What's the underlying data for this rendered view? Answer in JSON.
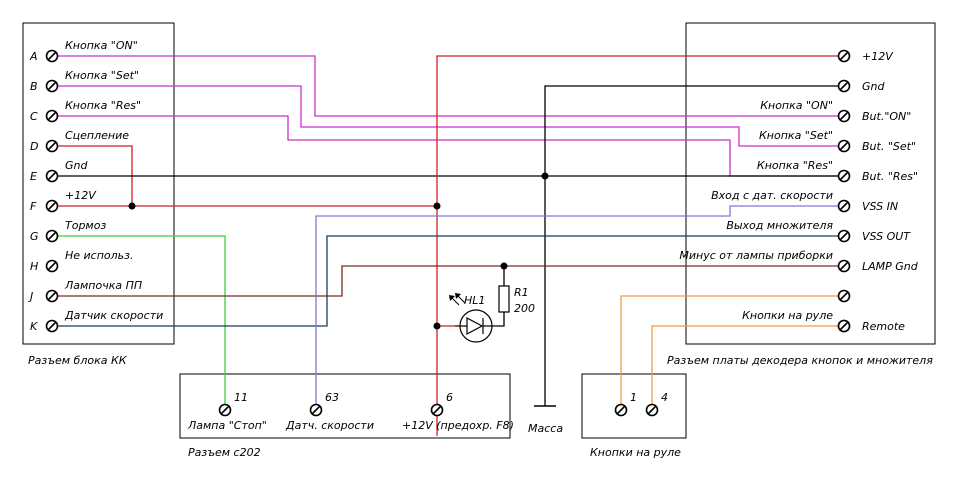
{
  "colors": {
    "red": "#d41f1f",
    "magenta": "#c833c8",
    "black": "#000000",
    "brown": "#7a2b22",
    "green": "#3fcf3f",
    "blue": "#7a7adf",
    "navy": "#1b3e5a",
    "orange": "#f09a4a"
  },
  "kk": {
    "title": "Разъем блока КК",
    "pins": [
      {
        "letter": "A",
        "label": "Кнопка \"ON\""
      },
      {
        "letter": "B",
        "label": "Кнопка \"Set\""
      },
      {
        "letter": "C",
        "label": "Кнопка \"Res\""
      },
      {
        "letter": "D",
        "label": "Сцепление"
      },
      {
        "letter": "E",
        "label": "Gnd"
      },
      {
        "letter": "F",
        "label": "+12V"
      },
      {
        "letter": "G",
        "label": "Тормоз"
      },
      {
        "letter": "H",
        "label": "Не использ."
      },
      {
        "letter": "J",
        "label": "Лампочка ПП"
      },
      {
        "letter": "K",
        "label": "Датчик скорости"
      }
    ]
  },
  "decoder": {
    "title": "Разъем платы декодера кнопок и множителя",
    "pins": [
      {
        "inner": "",
        "outer": "+12V"
      },
      {
        "inner": "",
        "outer": "Gnd"
      },
      {
        "inner": "Кнопка \"ON\"",
        "outer": "But.\"ON\""
      },
      {
        "inner": "Кнопка \"Set\"",
        "outer": "But. \"Set\""
      },
      {
        "inner": "Кнопка \"Res\"",
        "outer": "But. \"Res\""
      },
      {
        "inner": "Вход с дат. скорости",
        "outer": "VSS IN"
      },
      {
        "inner": "Выход множителя",
        "outer": "VSS OUT"
      },
      {
        "inner": "Минус от лампы приборки",
        "outer": "LAMP Gnd"
      },
      {
        "inner": "",
        "outer": ""
      },
      {
        "inner": "Кнопки на руле",
        "outer": "Remote"
      }
    ]
  },
  "c202": {
    "title": "Разъем c202",
    "pins": [
      {
        "number": "11",
        "label": "Лампа \"Стоп\""
      },
      {
        "number": "63",
        "label": "Датч. скорости"
      },
      {
        "number": "6",
        "label": "+12V (предохр. F8)"
      }
    ]
  },
  "wheel": {
    "title": "Кнопки на руле",
    "pins": [
      {
        "number": "1"
      },
      {
        "number": "4"
      }
    ]
  },
  "components": {
    "resistor_name": "R1",
    "resistor_value": "200",
    "led_name": "HL1",
    "ground_label": "Масса"
  }
}
